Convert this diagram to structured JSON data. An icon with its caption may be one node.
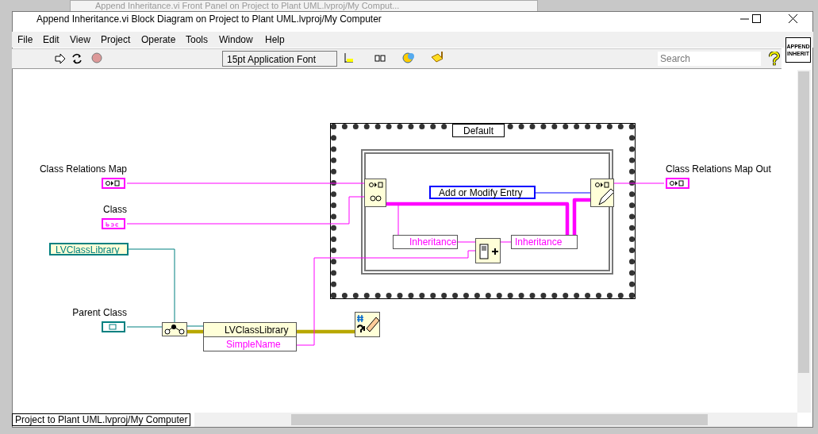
{
  "diagram": {
    "title": "Append Inheritance.vi Block Diagram on Project to Plant UML.lvproj/My Computer",
    "nodes": [
      {
        "text": [
          "Class Relations Map"
        ]
      },
      {
        "text": [
          "Class"
        ]
      },
      {
        "text": [
          "LVClassLibrary"
        ]
      },
      {
        "text": [
          "Parent Class"
        ]
      },
      {
        "text": [],
        "shape": "box"
      },
      {
        "text": [
          "LVClassLibrary",
          "SimpleName"
        ]
      },
      {
        "text": [],
        "shape": "box"
      },
      {
        "text": [
          "Default"
        ]
      },
      {
        "text": [],
        "shape": "box",
        "in": 7
      },
      {
        "text": [],
        "shape": "box",
        "in": 8
      },
      {
        "text": [
          "Add or Modify Entry"
        ],
        "in": 8
      },
      {
        "text": [
          "Inheritance"
        ],
        "in": 8
      },
      {
        "text": [],
        "shape": "box",
        "in": 8
      },
      {
        "text": [
          "Inheritance"
        ],
        "in": 8
      },
      {
        "text": [],
        "shape": "box",
        "in": 8
      },
      {
        "text": [
          "Class Relations Map Out"
        ]
      }
    ],
    "edges": [
      {
        "from": 0,
        "to": 9,
        "arrow": "none"
      },
      {
        "from": 1,
        "to": 9,
        "arrow": "none"
      },
      {
        "from": 2,
        "to": 4,
        "arrow": "none",
        "color": "#008080"
      },
      {
        "from": 3,
        "to": 4,
        "arrow": "none",
        "color": "#008080"
      },
      {
        "from": 4,
        "to": 5,
        "arrow": "none",
        "color": "#008080"
      },
      {
        "from": 4,
        "to": 5,
        "arrow": "none",
        "style": "thick",
        "color": "#b8a800"
      },
      {
        "from": 5,
        "to": 6,
        "arrow": "none",
        "style": "thick",
        "color": "#b8a800"
      },
      {
        "from": 5,
        "to": 12,
        "arrow": "none"
      },
      {
        "from": 9,
        "to": 11,
        "arrow": "none"
      },
      {
        "from": 9,
        "to": 13,
        "arrow": "none",
        "style": "thick"
      },
      {
        "from": 13,
        "to": 14,
        "arrow": "none",
        "style": "thick"
      },
      {
        "from": 11,
        "to": 12,
        "arrow": "none"
      },
      {
        "from": 12,
        "to": 13,
        "arrow": "none"
      },
      {
        "from": 10,
        "to": 14,
        "arrow": "none",
        "color": "#0000ff"
      },
      {
        "from": 14,
        "to": 15,
        "arrow": "none"
      }
    ],
    "labels": [
      "Append Inheritance.vi Front Panel on Project to Plant UML.lvproj/My Comput...",
      "File",
      "Edit",
      "View",
      "Project",
      "Operate",
      "Tools",
      "Window",
      "Help",
      "15pt Application Font",
      "Search",
      "APPEND INHERIT",
      "Project to Plant UML.lvproj/My Computer"
    ]
  }
}
